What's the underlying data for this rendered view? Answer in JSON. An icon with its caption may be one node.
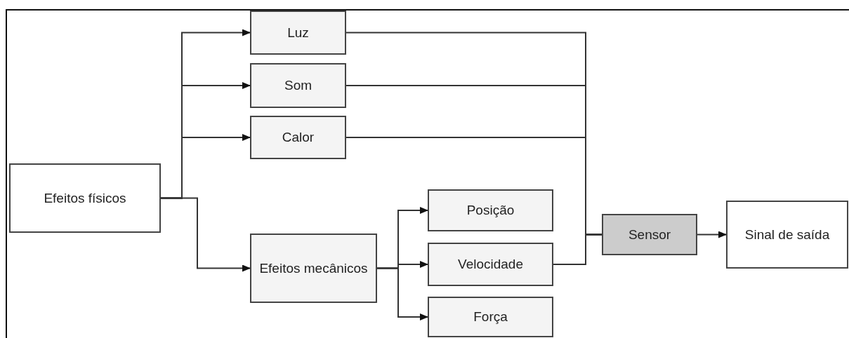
{
  "diagram": {
    "nodes": [
      {
        "text": [
          "Efeitos físicos"
        ]
      },
      {
        "text": [
          "Luz"
        ]
      },
      {
        "text": [
          "Som"
        ]
      },
      {
        "text": [
          "Calor"
        ]
      },
      {
        "text": [
          "Efeitos mecânicos"
        ]
      },
      {
        "text": [
          "Posição"
        ]
      },
      {
        "text": [
          "Velocidade"
        ]
      },
      {
        "text": [
          "Força"
        ]
      },
      {
        "text": [
          "Sensor"
        ]
      },
      {
        "text": [
          "Sinal de saída"
        ]
      }
    ],
    "edges": [
      {
        "from": 0,
        "to": 1,
        "arrow": "to"
      },
      {
        "from": 0,
        "to": 2,
        "arrow": "to"
      },
      {
        "from": 0,
        "to": 3,
        "arrow": "to"
      },
      {
        "from": 0,
        "to": 4,
        "arrow": "to"
      },
      {
        "from": 4,
        "to": 5,
        "arrow": "to"
      },
      {
        "from": 4,
        "to": 6,
        "arrow": "to"
      },
      {
        "from": 4,
        "to": 7,
        "arrow": "to"
      },
      {
        "from": 1,
        "to": 8,
        "arrow": "none"
      },
      {
        "from": 2,
        "to": 8,
        "arrow": "none"
      },
      {
        "from": 3,
        "to": 8,
        "arrow": "none"
      },
      {
        "from": 6,
        "to": 8,
        "arrow": "none"
      },
      {
        "from": 8,
        "to": 9,
        "arrow": "to"
      }
    ]
  }
}
